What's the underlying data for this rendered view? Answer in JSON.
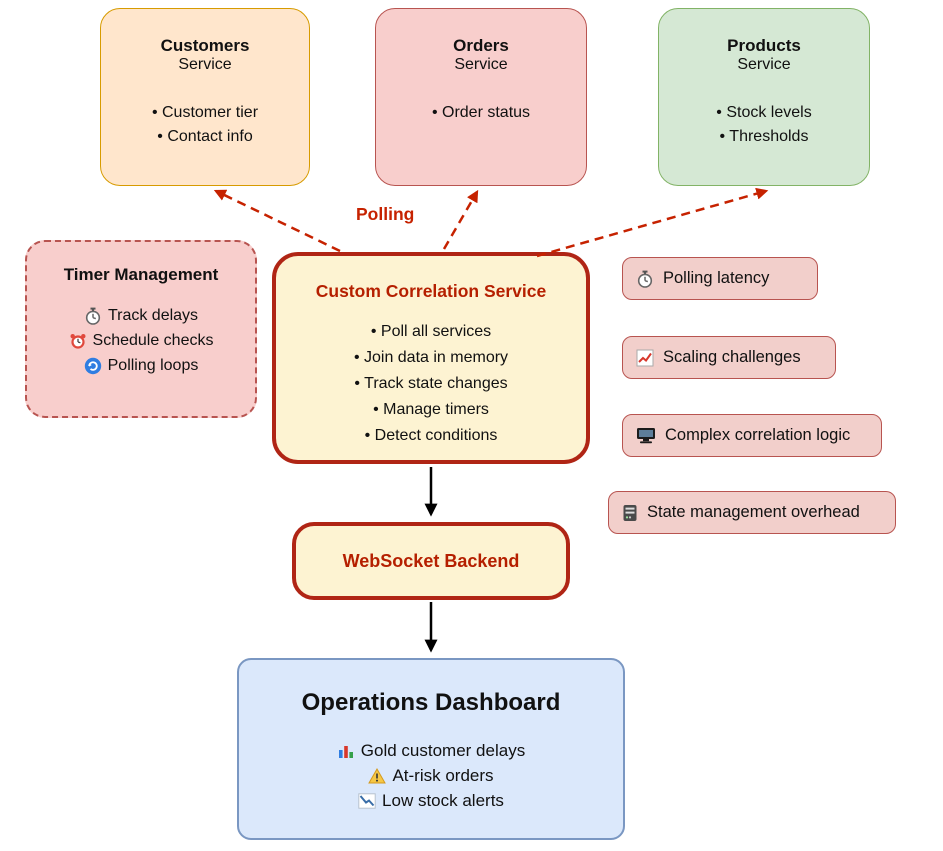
{
  "colors": {
    "customers_fill": "#ffe6cc",
    "customers_border": "#d79b00",
    "orders_fill": "#f8cecc",
    "orders_border": "#b85450",
    "products_fill": "#d5e8d4",
    "products_border": "#82b366",
    "correlation_fill": "#fdf3d2",
    "correlation_border": "#b02515",
    "challenge_fill": "#f2cfcb",
    "challenge_border": "#b85450",
    "dashboard_fill": "#dbe8fb",
    "dashboard_border": "#7a97c2",
    "arrow_red": "#c62200",
    "arrow_black": "#000000"
  },
  "services": {
    "customers": {
      "title": "Customers",
      "subtitle": "Service",
      "bullets": [
        "• Customer tier",
        "• Contact info"
      ]
    },
    "orders": {
      "title": "Orders",
      "subtitle": "Service",
      "bullets": [
        "• Order status"
      ]
    },
    "products": {
      "title": "Products",
      "subtitle": "Service",
      "bullets": [
        "• Stock levels",
        "• Thresholds"
      ]
    }
  },
  "polling_label": "Polling",
  "timer_management": {
    "title": "Timer Management",
    "items": [
      {
        "icon": "stopwatch-icon",
        "label": "Track delays"
      },
      {
        "icon": "alarm-clock-icon",
        "label": "Schedule checks"
      },
      {
        "icon": "refresh-icon",
        "label": "Polling loops"
      }
    ]
  },
  "correlation_service": {
    "title": "Custom Correlation Service",
    "bullets": [
      "• Poll all services",
      "• Join data in memory",
      "• Track state changes",
      "• Manage timers",
      "• Detect conditions"
    ]
  },
  "challenges": [
    {
      "icon": "stopwatch-icon",
      "label": "Polling latency"
    },
    {
      "icon": "line-chart-icon",
      "label": "Scaling challenges"
    },
    {
      "icon": "computer-icon",
      "label": "Complex correlation logic"
    },
    {
      "icon": "server-icon",
      "label": "State management overhead"
    }
  ],
  "websocket_backend": {
    "title": "WebSocket Backend"
  },
  "dashboard": {
    "title": "Operations Dashboard",
    "items": [
      {
        "icon": "bar-chart-icon",
        "label": "Gold customer delays"
      },
      {
        "icon": "warning-icon",
        "label": "At-risk orders"
      },
      {
        "icon": "trend-down-icon",
        "label": "Low stock alerts"
      }
    ]
  }
}
